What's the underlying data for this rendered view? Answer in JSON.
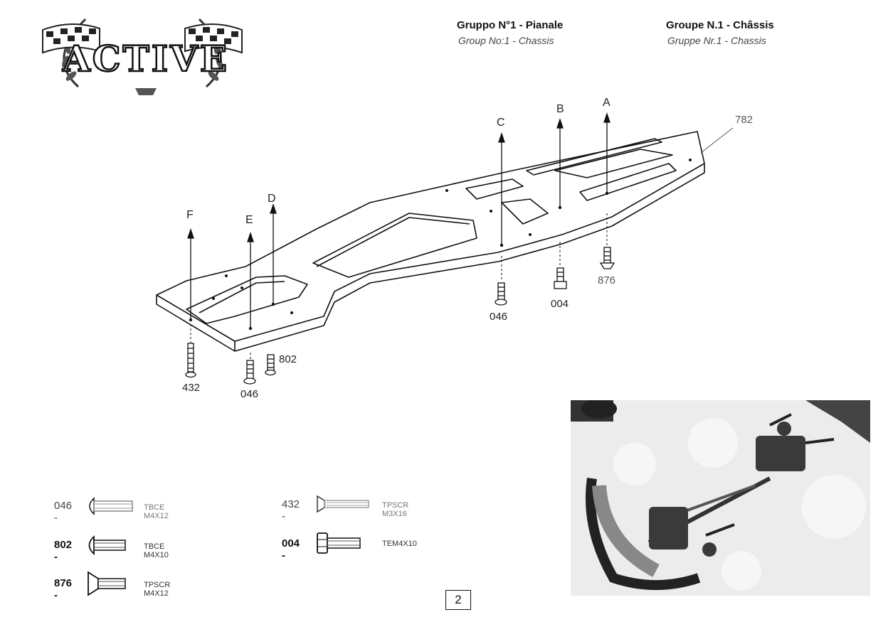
{
  "logo": {
    "text": "ACTIVE"
  },
  "header": {
    "it_title": "Gruppo N°1 - Pianale",
    "en_title": "Group No:1 - Chassis",
    "fr_title": "Groupe N.1 - Châssis",
    "de_title": "Gruppe Nr.1 - Chassis"
  },
  "diagram": {
    "part_chassis": "782",
    "letters": {
      "a": "A",
      "b": "B",
      "c": "C",
      "d": "D",
      "e": "E",
      "f": "F"
    },
    "screw_callouts": {
      "c046": "046",
      "c004": "004",
      "c876": "876",
      "c432": "432",
      "c046b": "046",
      "c802": "802"
    }
  },
  "legend": [
    {
      "code": "046 -",
      "desc": "TBCE M4X12"
    },
    {
      "code": "802 -",
      "desc": "TBCE M4X10"
    },
    {
      "code": "876 -",
      "desc": "TPSCR M4X12"
    },
    {
      "code": "432 -",
      "desc": "TPSCR M3X16"
    },
    {
      "code": "004 -",
      "desc": "TEM4X10"
    }
  ],
  "page_number": "2"
}
